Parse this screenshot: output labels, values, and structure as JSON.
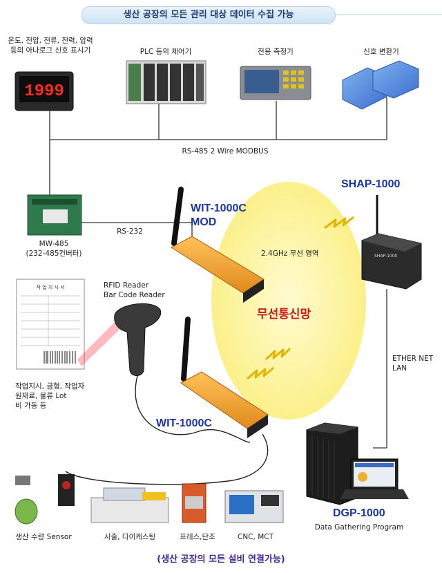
{
  "header": {
    "title": "생산 공장의 모든 관리 대상 데이터 수집 가능"
  },
  "top_devices": {
    "meter_label": [
      "온도, 전압, 전류, 전력, 압력",
      "등의 아나로그 신호 표시기"
    ],
    "meter_display": "1999",
    "plc_label": "PLC 등의 제어기",
    "dedicated_label": "전용 측정기",
    "converter_label": "신호 변환기"
  },
  "bus": {
    "label": "RS-485 2 Wire MODBUS"
  },
  "mw485": {
    "label": [
      "MW-485",
      "(232-485컨버터)"
    ]
  },
  "rs232": {
    "label": "RS-232"
  },
  "wit_mod": {
    "label": [
      "WIT-1000C",
      "MOD"
    ]
  },
  "wireless": {
    "zone_label": "2.4GHz 무선 영역",
    "network_label": "무선통신망"
  },
  "shap": {
    "label": "SHAP-1000",
    "body_text": "SHAP-1000"
  },
  "reader": {
    "label": [
      "RFID Reader",
      "Bar Code Reader"
    ]
  },
  "work_order": {
    "label": [
      "작업지시, 금형, 작업자",
      "원재료, 물류 Lot",
      "비 가동 등"
    ],
    "doc_title": "작 업 지 시 서"
  },
  "ether": {
    "label": [
      "ETHER NET",
      "LAN"
    ]
  },
  "wit": {
    "label": "WIT-1000C"
  },
  "dgp": {
    "label": "DGP-1000",
    "sublabel": "Data Gathering Program"
  },
  "bottom_devices": {
    "sensor_label": "생산 수량 Sensor",
    "injection_label": "사출, 다이케스팅",
    "press_label": "프레스,단조",
    "cnc_label": "CNC, MCT"
  },
  "footer": {
    "text": "(생산 공장의 모든 설비 연결가능)"
  },
  "colors": {
    "title_text": "#1c3f7a",
    "model_blue": "#1836a8",
    "network_red": "#d01818",
    "zone_yellow": "#fdf6a8",
    "device_orange": "#f2a23a"
  }
}
